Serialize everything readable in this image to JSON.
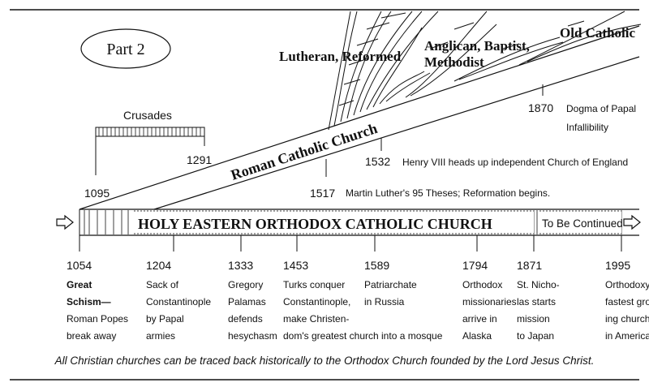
{
  "part_label": "Part 2",
  "crusades": {
    "label": "Crusades",
    "start": "1095",
    "end": "1291"
  },
  "roman_church": {
    "label": "Roman Catholic Church",
    "events": [
      {
        "year": "1517",
        "text": "Martin Luther's 95 Theses; Reformation begins."
      },
      {
        "year": "1532",
        "text": "Henry VIII heads up independent Church of England"
      },
      {
        "year": "1870",
        "text": "Dogma of Papal",
        "text2": "Infallibility"
      }
    ]
  },
  "branches": {
    "lutheran": "Lutheran, Reformed",
    "anglican_1": "Anglican, Baptist,",
    "anglican_2": "Methodist",
    "old_catholic": "Old Catholic"
  },
  "orthodox_band": {
    "label": "HOLY EASTERN ORTHODOX CATHOLIC CHURCH",
    "continued": "To Be Continued"
  },
  "timeline": [
    {
      "year": "1054",
      "lines": [
        "Great",
        "Schism—",
        "Roman Popes",
        "break away"
      ]
    },
    {
      "year": "1204",
      "lines": [
        "Sack of",
        "Constantinople",
        "by Papal",
        "armies"
      ]
    },
    {
      "year": "1333",
      "lines": [
        "Gregory",
        "Palamas",
        "defends",
        "hesychasm"
      ]
    },
    {
      "year": "1453",
      "lines": [
        "Turks conquer",
        "Constantinople,",
        "make Christen-",
        "dom's greatest church into a mosque"
      ]
    },
    {
      "year": "1589",
      "lines": [
        "Patriarchate",
        "in Russia"
      ]
    },
    {
      "year": "1794",
      "lines": [
        "Orthodox",
        "missionaries",
        "arrive in",
        "Alaska"
      ]
    },
    {
      "year": "1871",
      "lines": [
        "St. Nicho-",
        "las starts",
        "mission",
        "to Japan"
      ]
    },
    {
      "year": "1995",
      "lines": [
        "Orthodoxy is",
        "fastest grow-",
        "ing church",
        "in America"
      ]
    }
  ],
  "footer": "All Christian churches can be traced back historically to the Orthodox Church founded by the Lord Jesus Christ."
}
